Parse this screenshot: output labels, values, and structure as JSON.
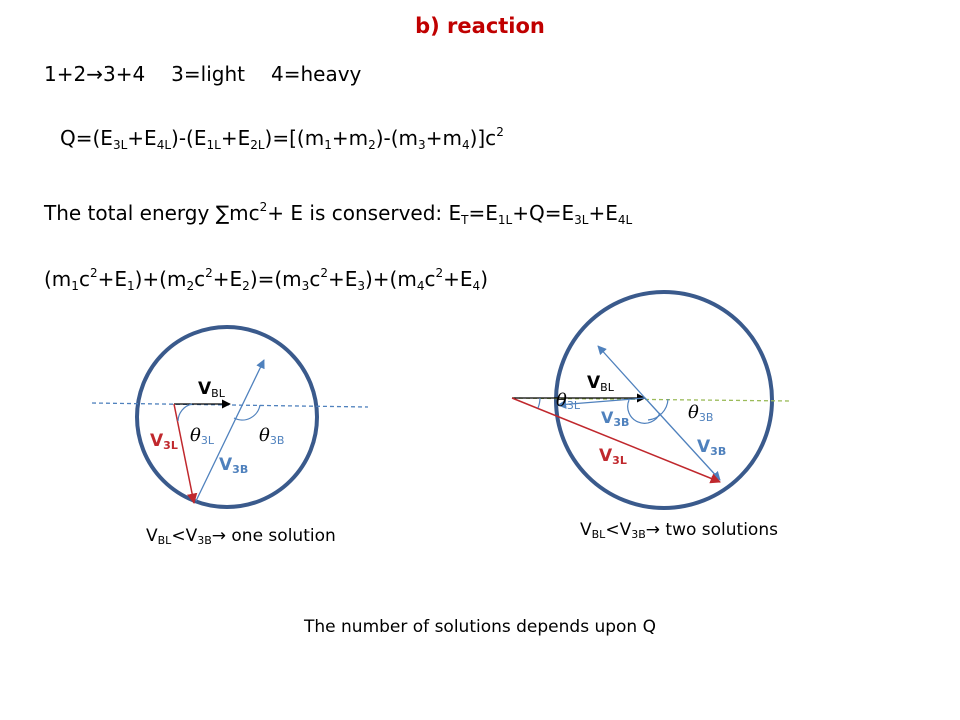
{
  "title": "b) reaction",
  "line1": {
    "reaction": "1+2→3+4",
    "light": "3=light",
    "heavy": "4=heavy"
  },
  "line2": {
    "t0": "Q=(E",
    "s0": "3L",
    "t1": "+E",
    "s1": "4L",
    "t2": ")-(E",
    "s2": "1L",
    "t3": "+E",
    "s3": "2L",
    "t4": ")=[(m",
    "s4": "1",
    "t5": "+m",
    "s5": "2",
    "t6": ")-(m",
    "s6": "3",
    "t7": "+m",
    "s7": "4",
    "t8": ")]c",
    "p8": "2"
  },
  "line3": {
    "t0": "The total energy  ∑mc",
    "p0": "2",
    "t1": "+ E is conserved: E",
    "s1": "T",
    "t2": "=E",
    "s2": "1L",
    "t3": "+Q=E",
    "s3": "3L",
    "t4": "+E",
    "s4": "4L"
  },
  "line4": {
    "t0": "(m",
    "s0": "1",
    "t1": "c",
    "p1": "2",
    "t2": "+E",
    "s2": "1",
    "t3": ")+(m",
    "s3": "2",
    "t4": "c",
    "p4": "2",
    "t5": "+E",
    "s5": "2",
    "t6": ")=(m",
    "s6": "3",
    "t7": "c",
    "p7": "2",
    "t8": "+E",
    "s8": "3",
    "t9": ")+(m",
    "s9": "4",
    "t10": "c",
    "p10": "2",
    "t11": "+E",
    "s11": "4",
    "t12": ")"
  },
  "diagram1": {
    "vbl": "V",
    "vbl_sub": "BL",
    "v3l": "V",
    "v3l_sub": "3L",
    "v3b": "V",
    "v3b_sub": "3B",
    "theta3l": "θ",
    "theta3l_sub": "3L",
    "theta3b": "θ",
    "theta3b_sub": "3B",
    "caption": {
      "v": "V",
      "s1": "BL",
      "lt": "<V",
      "s2": "3B",
      "rest": "→ one solution"
    }
  },
  "diagram2": {
    "vbl": "V",
    "vbl_sub": "BL",
    "v3l": "V",
    "v3l_sub": "3L",
    "v3b_inner": "V",
    "v3b_inner_sub": "3B",
    "v3b_outer": "V",
    "v3b_outer_sub": "3B",
    "theta3l": "θ",
    "theta3l_sub": "3L",
    "theta3b": "θ",
    "theta3b_sub": "3B",
    "caption": {
      "v": "V",
      "s1": "BL",
      "lt": "<V",
      "s2": "3B",
      "rest": "→ two solutions"
    }
  },
  "bottom_note": "The number of solutions depends upon Q",
  "colors": {
    "title": "#c00000",
    "circle": "#3a5a8c",
    "v3b": "#4f81bd",
    "v3l": "#c0282d",
    "dashed1": "#4f81bd",
    "dashed2": "#9bbb59",
    "vbl": "#000000"
  }
}
